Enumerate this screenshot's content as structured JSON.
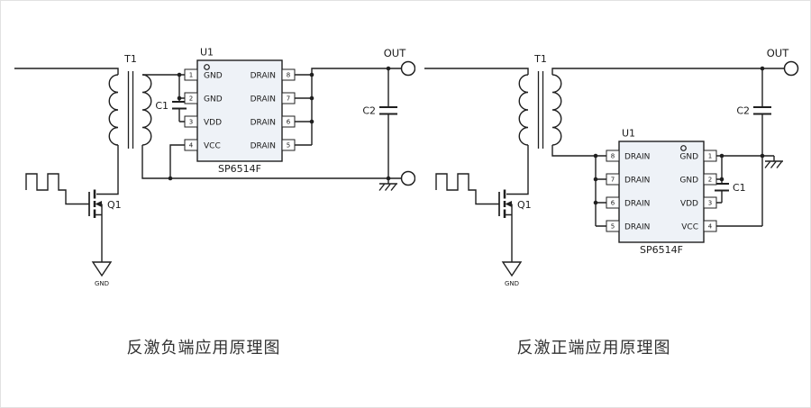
{
  "page": {
    "background": "#ffffff",
    "line_color": "#1f1f1f",
    "ic_fill": "#eef2f7"
  },
  "left_circuit": {
    "caption": "反激负端应用原理图",
    "out_label": "OUT",
    "transformer": {
      "ref": "T1"
    },
    "mosfet": {
      "ref": "Q1"
    },
    "ground_label": "GND",
    "cap1": {
      "ref": "C1"
    },
    "cap2": {
      "ref": "C2"
    },
    "ic": {
      "ref": "U1",
      "part": "SP6514F",
      "left_pins": [
        {
          "num": "1",
          "name": "GND"
        },
        {
          "num": "2",
          "name": "GND"
        },
        {
          "num": "3",
          "name": "VDD"
        },
        {
          "num": "4",
          "name": "VCC"
        }
      ],
      "right_pins": [
        {
          "num": "8",
          "name": "DRAIN"
        },
        {
          "num": "7",
          "name": "DRAIN"
        },
        {
          "num": "6",
          "name": "DRAIN"
        },
        {
          "num": "5",
          "name": "DRAIN"
        }
      ]
    }
  },
  "right_circuit": {
    "caption": "反激正端应用原理图",
    "out_label": "OUT",
    "transformer": {
      "ref": "T1"
    },
    "mosfet": {
      "ref": "Q1"
    },
    "ground_label": "GND",
    "cap1": {
      "ref": "C1"
    },
    "cap2": {
      "ref": "C2"
    },
    "ic": {
      "ref": "U1",
      "part": "SP6514F",
      "left_pins": [
        {
          "num": "8",
          "name": "DRAIN"
        },
        {
          "num": "7",
          "name": "DRAIN"
        },
        {
          "num": "6",
          "name": "DRAIN"
        },
        {
          "num": "5",
          "name": "DRAIN"
        }
      ],
      "right_pins": [
        {
          "num": "1",
          "name": "GND"
        },
        {
          "num": "2",
          "name": "GND"
        },
        {
          "num": "3",
          "name": "VDD"
        },
        {
          "num": "4",
          "name": "VCC"
        }
      ]
    }
  }
}
